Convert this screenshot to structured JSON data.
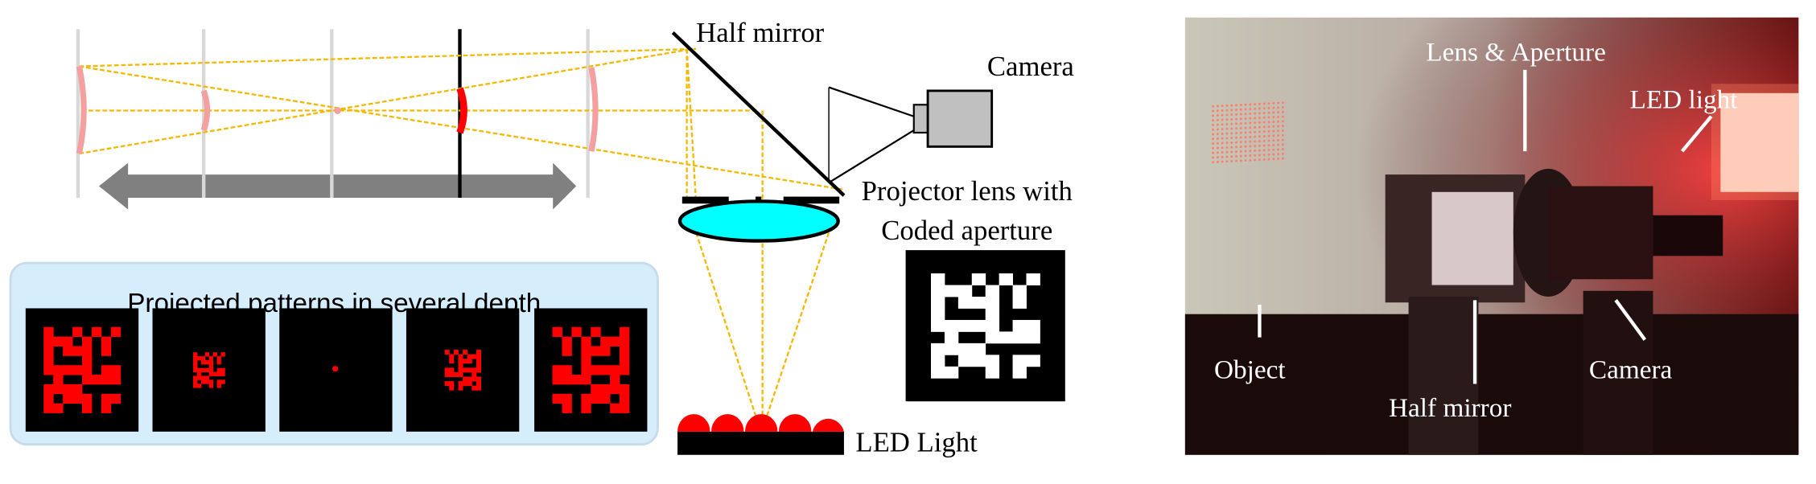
{
  "diagram": {
    "labels": {
      "half_mirror": "Half mirror",
      "camera": "Camera",
      "projector_line1": "Projector lens with",
      "projector_line2": "Coded aperture",
      "led_light": "LED Light"
    },
    "patterns_panel": {
      "title": "Projected patterns in several depth",
      "count": 5
    }
  },
  "photo": {
    "labels": {
      "lens_aperture": "Lens & Aperture",
      "led_light": "LED light",
      "object": "Object",
      "half_mirror": "Half mirror",
      "camera": "Camera"
    }
  },
  "colors": {
    "ray": "#f5b800",
    "pattern_red": "#ff0000",
    "panel_bg": "#d6edfb",
    "lens": "#00ffff",
    "arrow": "#808080"
  }
}
